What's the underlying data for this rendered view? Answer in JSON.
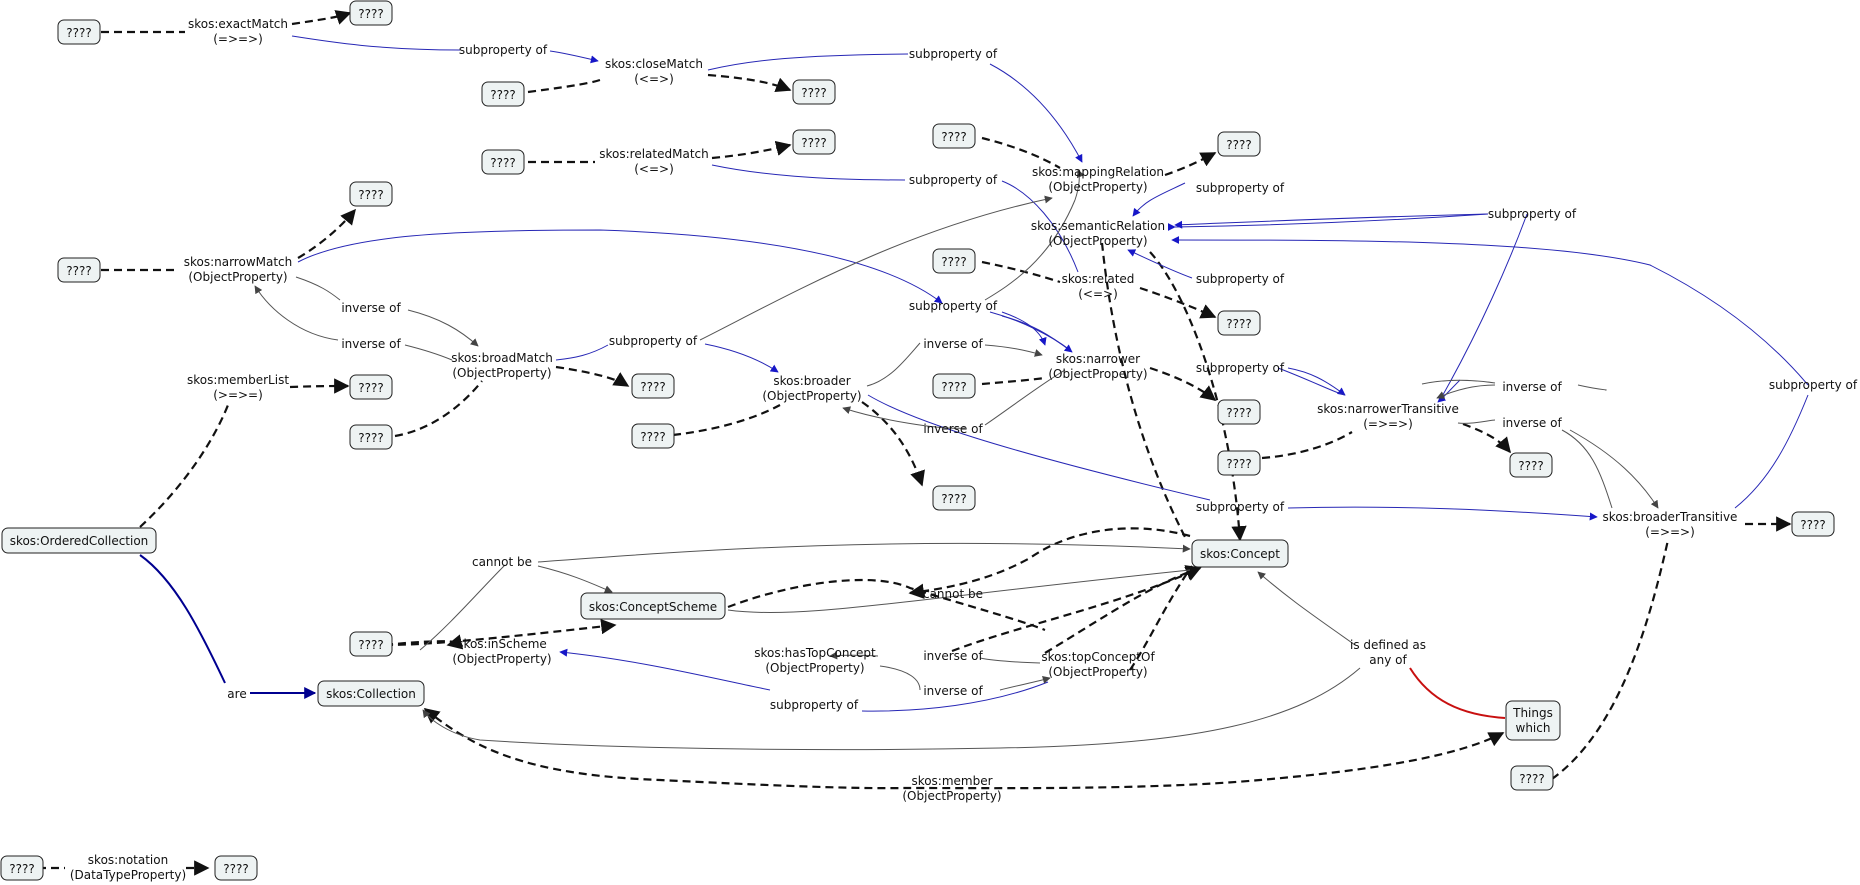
{
  "nodes": {
    "unknown": "????",
    "ordered_collection": "skos:OrderedCollection",
    "collection": "skos:Collection",
    "concept_scheme": "skos:ConceptScheme",
    "concept": "skos:Concept",
    "things_which_1": "Things",
    "things_which_2": "which"
  },
  "properties": {
    "exact_match": [
      "skos:exactMatch",
      "(=>=>)"
    ],
    "close_match": [
      "skos:closeMatch",
      "(<=>)"
    ],
    "related_match": [
      "skos:relatedMatch",
      "(<=>)"
    ],
    "mapping_relation": [
      "skos:mappingRelation",
      "(ObjectProperty)"
    ],
    "semantic_relation": [
      "skos:semanticRelation",
      "(ObjectProperty)"
    ],
    "related": [
      "skos:related",
      "(<=>)"
    ],
    "narrow_match": [
      "skos:narrowMatch",
      "(ObjectProperty)"
    ],
    "broad_match": [
      "skos:broadMatch",
      "(ObjectProperty)"
    ],
    "broader": [
      "skos:broader",
      "(ObjectProperty)"
    ],
    "narrower": [
      "skos:narrower",
      "(ObjectProperty)"
    ],
    "narrower_transitive": [
      "skos:narrowerTransitive",
      "(=>=>)"
    ],
    "broader_transitive": [
      "skos:broaderTransitive",
      "(=>=>)"
    ],
    "member_list": [
      "skos:memberList",
      "(>=>=)"
    ],
    "in_scheme": [
      "skos:inScheme",
      "(ObjectProperty)"
    ],
    "has_top_concept": [
      "skos:hasTopConcept",
      "(ObjectProperty)"
    ],
    "top_concept_of": [
      "skos:topConceptOf",
      "(ObjectProperty)"
    ],
    "member": [
      "skos:member",
      "(ObjectProperty)"
    ],
    "notation": [
      "skos:notation",
      "(DataTypeProperty)"
    ],
    "is_defined_as": [
      "is defined as",
      "any of"
    ]
  },
  "labels": {
    "subproperty_of": "subproperty of",
    "inverse_of": "inverse of",
    "cannot_be": "cannot be",
    "are": "are"
  }
}
